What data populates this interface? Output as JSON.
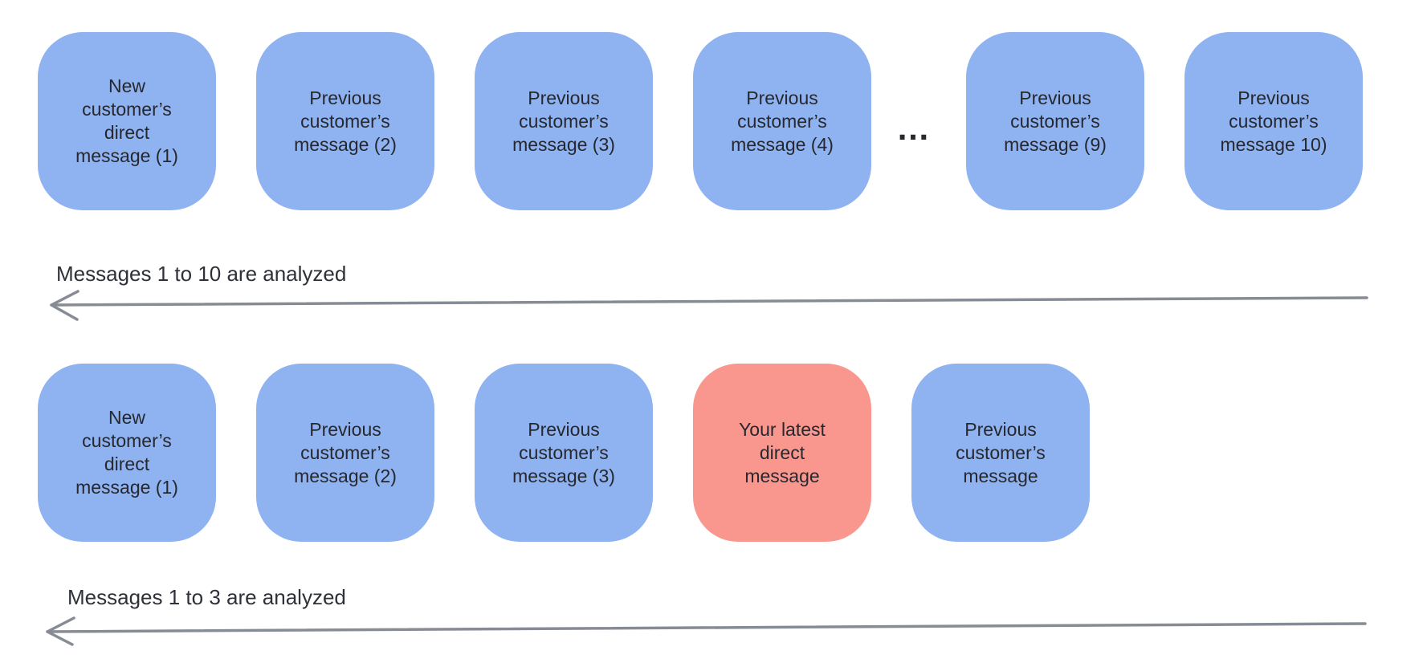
{
  "colors": {
    "box_blue": "#8FB2F0",
    "box_red": "#F9978E",
    "box_text": "#26282E",
    "caption_text": "#2E3138",
    "arrow": "#868B94",
    "background": "#FFFFFF"
  },
  "row1": {
    "boxes": [
      {
        "label": "New\ncustomer’s\ndirect\nmessage (1)",
        "color": "blue"
      },
      {
        "label": "Previous\ncustomer’s\nmessage (2)",
        "color": "blue"
      },
      {
        "label": "Previous\ncustomer’s\nmessage (3)",
        "color": "blue"
      },
      {
        "label": "Previous\ncustomer’s\nmessage (4)",
        "color": "blue"
      },
      {
        "label": "Previous\ncustomer’s\nmessage (9)",
        "color": "blue"
      },
      {
        "label": "Previous\ncustomer’s\nmessage 10)",
        "color": "blue"
      }
    ],
    "ellipsis": "…",
    "caption": "Messages 1 to 10 are analyzed"
  },
  "row2": {
    "boxes": [
      {
        "label": "New\ncustomer’s\ndirect\nmessage (1)",
        "color": "blue"
      },
      {
        "label": "Previous\ncustomer’s\nmessage (2)",
        "color": "blue"
      },
      {
        "label": "Previous\ncustomer’s\nmessage (3)",
        "color": "blue"
      },
      {
        "label": "Your latest\ndirect\nmessage",
        "color": "red"
      },
      {
        "label": "Previous\ncustomer’s\nmessage",
        "color": "blue"
      }
    ],
    "caption": "Messages 1 to 3 are analyzed"
  }
}
